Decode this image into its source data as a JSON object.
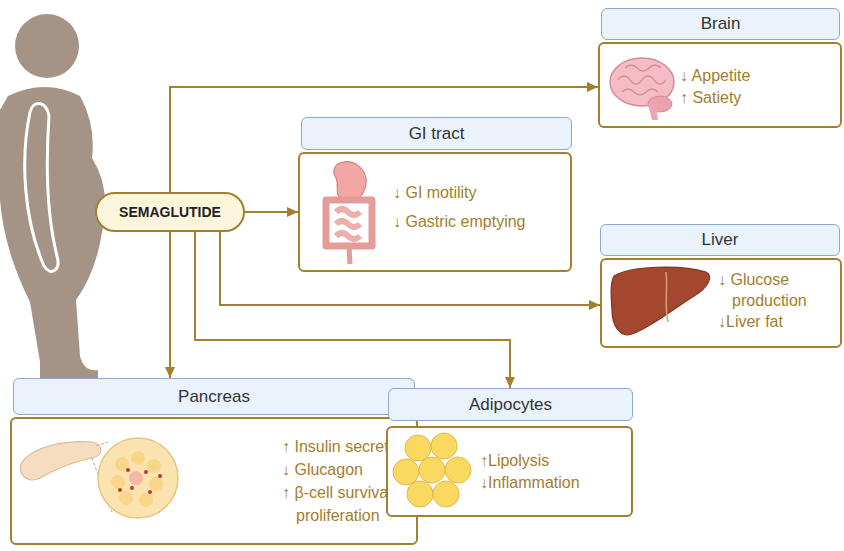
{
  "diagram": {
    "nodes": [
      {
        "text": [
          "SEMAGLUTIDE"
        ]
      },
      {
        "text": [
          "Brain",
          "↓ Appetite",
          "↑ Satiety"
        ]
      },
      {
        "text": [
          "GI tract",
          "↓ GI motility",
          "↓ Gastric emptying"
        ]
      },
      {
        "text": [
          "Liver",
          "↓ Glucose production",
          "↓Liver fat"
        ]
      },
      {
        "text": [
          "Pancreas",
          "↑ Insulin secretion",
          "↓ Glucagon",
          "↑ β-cell survival & proliferation"
        ]
      },
      {
        "text": [
          "Adipocytes",
          "↑Lipolysis",
          "↓Inflammation"
        ]
      }
    ],
    "edges": [
      {
        "from": 0,
        "to": 1,
        "arrow": "to"
      },
      {
        "from": 0,
        "to": 2,
        "arrow": "to"
      },
      {
        "from": 0,
        "to": 3,
        "arrow": "to"
      },
      {
        "from": 0,
        "to": 4,
        "arrow": "to"
      },
      {
        "from": 0,
        "to": 5,
        "arrow": "to"
      }
    ]
  }
}
